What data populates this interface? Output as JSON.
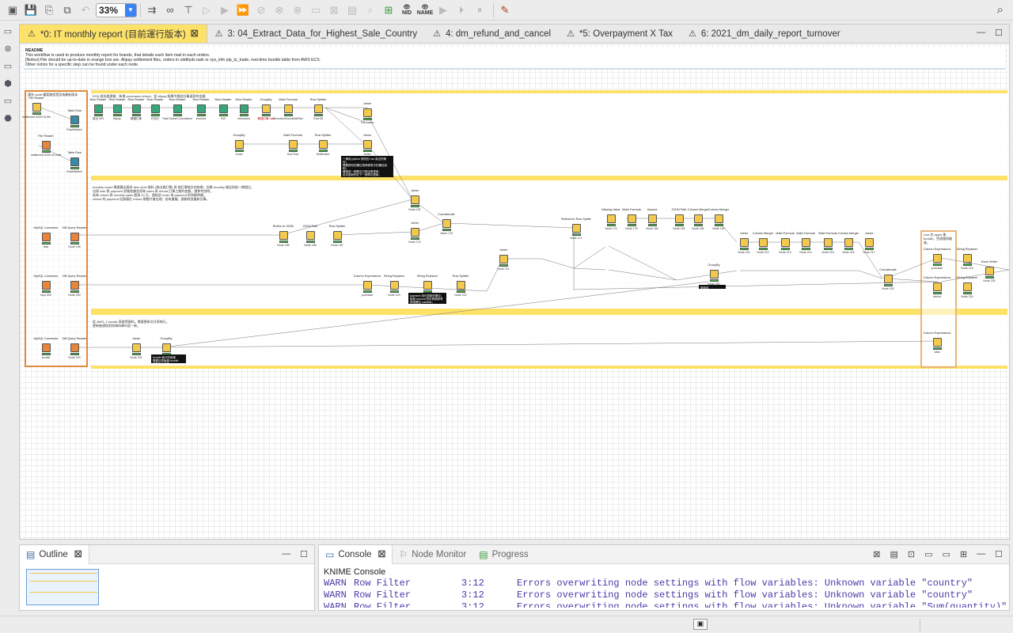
{
  "toolbar": {
    "zoom": "33%",
    "icons": [
      "new-workflow-icon",
      "save-icon",
      "save-as-icon",
      "save-all-icon",
      "undo-icon",
      "redo-icon",
      "auto-layout-icon",
      "connection-icon",
      "configure-icon",
      "execute-icon",
      "execute-all-icon",
      "cancel-icon",
      "cancel-all-icon",
      "reset-icon",
      "comment-icon",
      "hide-icon",
      "zoom-icon",
      "grid-icon",
      "node-id-icon",
      "node-name-icon",
      "step-icon",
      "step-loop-icon",
      "pause-icon",
      "tool-icon",
      "search-icon"
    ],
    "node_id_label": "NID",
    "node_name_label": "NAME"
  },
  "tabs": [
    {
      "label": "*0: IT monthly report (目前運行版本)",
      "active": true
    },
    {
      "label": "3: 04_Extract_Data_for_Highest_Sale_Country",
      "active": false
    },
    {
      "label": "4: dm_refund_and_cancel",
      "active": false
    },
    {
      "label": "*5: Overpayment X Tax",
      "active": false
    },
    {
      "label": "6: 2021_dm_daily_report_turnover",
      "active": false
    }
  ],
  "readme": {
    "title": "README",
    "line1": "This workflow is used to produce monthly report for brands, that details each item mail in each orders.",
    "line2": "[Notice] File should be up-to-date in orange box are. Alipay settlement files, orders in oddityds task or sys_info pip_tz_trade, real-time bundle table from AWS ECS.",
    "line3": "Other notice for a specific step can be found under each node."
  },
  "annotations": {
    "orange_box": "請先 node 檔案路徑是否為最新版本",
    "section1": "ECB 部份處理後：新增 purchases refund，從 Alipay 帳單中應該計算退款的金額",
    "section2": "monthly report 需要匯出兩份 item level 資料 (按出貨訂單) 與 按訂單統計的結果；如果 monthly 報告與前一期相比，\n出現 web 與 payment 對帳差額並導致 sales 與 refund 訂單之間的差額，請參考說明。\n若有 refund 與 monthly sales 超過 10 天，請核對 order 與 payment 的到帳時間。\nrefund 的 payment 記錄僅在 refund 期間才會出現；若有重複，請刪除並重新計算。",
    "section3": "從 AWS_1 bundle 表取得資料，需要更新次月再執行。\n更新後須核對與資料庫內容一致。",
    "right_box": "Live 先 apply 後 bundle，完成後再檢查。"
  },
  "notes": {
    "note1": "一律用 python 修改的 row 為空的情況；\n需要修改的欄位請參照表中的備註說明；\n確認前一期是否已經全數更新，\n若未更新則在下一期再次更新。",
    "note2": "payment 用可更新的欄位；\n使用 amount 的計算請參考其他欄位 subtotal；\n需要作 refund amount。",
    "note3": "bundle 執行的時候\n需要計算每個 bundle\n請勿在此修改。",
    "note4": "更新前"
  },
  "nodes": [
    {
      "label": "File Reader",
      "sub": "settlement ASIO 04 file"
    },
    {
      "label": "File Reader",
      "sub": "settlement ASIO 04 settlement"
    },
    {
      "label": "Table Row",
      "sub": "RowIdMatch"
    },
    {
      "label": "Table Row",
      "sub": "RowIdMatch"
    },
    {
      "label": "Row Reader",
      "sub": "退出 IDR"
    },
    {
      "label": "Row Reader",
      "sub": "Alipay"
    },
    {
      "label": "Row Reader",
      "sub": "歸檔訂單"
    },
    {
      "label": "Row Reader",
      "sub": "日本訂"
    },
    {
      "label": "Row Reader",
      "sub": "Total Global Commission"
    },
    {
      "label": "Row Reader",
      "sub": "Invoices"
    },
    {
      "label": "Row Reader",
      "sub": "KW"
    },
    {
      "label": "Row Reader",
      "sub": "refundsed"
    },
    {
      "label": "GroupBy",
      "sub": "轉換訂單 rate"
    },
    {
      "label": "Math Formula",
      "sub": "$InvoiceAmountBalPlan"
    },
    {
      "label": "Row Splitter",
      "sub": "Row filt"
    },
    {
      "label": "Joiner",
      "sub": "Purchases"
    },
    {
      "label": "GroupBy",
      "sub": "Joiner"
    },
    {
      "label": "Math Formula",
      "sub": "Sort Row"
    },
    {
      "label": "Row Splitter",
      "sub": "Settlement"
    },
    {
      "label": "Joiner",
      "sub": "Joiner"
    },
    {
      "label": "MySQL Connector",
      "sub": "task"
    },
    {
      "label": "DB Query Reader",
      "sub": "Node 196"
    },
    {
      "label": "MySQL Connector",
      "sub": "tops 500"
    },
    {
      "label": "DB Query Reader",
      "sub": "Node 200"
    },
    {
      "label": "MySQL Connector",
      "sub": "bundle"
    },
    {
      "label": "DB Query Reader",
      "sub": "Node 203"
    },
    {
      "label": "Refine to JSON",
      "sub": "Node 185"
    },
    {
      "label": "JSON Path",
      "sub": "Node 186"
    },
    {
      "label": "Row Splitter",
      "sub": "Node 187"
    },
    {
      "label": "Joiner",
      "sub": "Node 192"
    },
    {
      "label": "Concatenate",
      "sub": "Joiner 170"
    },
    {
      "label": "Joiner",
      "sub": "Node 174"
    },
    {
      "label": "Reference Row Splitter",
      "sub": "Node 171"
    },
    {
      "label": "Missing Value",
      "sub": "Node 176"
    },
    {
      "label": "Math Formula",
      "sub": "Node 178"
    },
    {
      "label": "Unpivot",
      "sub": "Node 180"
    },
    {
      "label": "JSON Path",
      "sub": "Node 183"
    },
    {
      "label": "Column Merger",
      "sub": "Node 184"
    },
    {
      "label": "Column Merger",
      "sub": "Node 190"
    },
    {
      "label": "Joiner",
      "sub": "Node 211"
    },
    {
      "label": "Column Merger",
      "sub": "Node 212"
    },
    {
      "label": "Math Formula",
      "sub": "Node 213"
    },
    {
      "label": "Math Formula",
      "sub": "Node 214"
    },
    {
      "label": "Math Formula",
      "sub": "Node 215"
    },
    {
      "label": "Column Merger",
      "sub": "Node 216"
    },
    {
      "label": "Joiner",
      "sub": "Node 217"
    },
    {
      "label": "Concatenate",
      "sub": "Node 220"
    },
    {
      "label": "Row Splitter",
      "sub": "Node 222"
    },
    {
      "label": "Column Expressions",
      "sub": "purchase"
    },
    {
      "label": "Column Expressions",
      "sub": "refund"
    },
    {
      "label": "Column Expressions",
      "sub": "data"
    },
    {
      "label": "String Replacer",
      "sub": "Node 223"
    },
    {
      "label": "String Replacer",
      "sub": "Node 224"
    },
    {
      "label": "Excel Writer",
      "sub": "Node 225"
    },
    {
      "label": "Joiner",
      "sub": "Node 201"
    },
    {
      "label": "GroupBy",
      "sub": "Node 202"
    }
  ],
  "outline": {
    "tab": "Outline"
  },
  "console": {
    "tabs": [
      {
        "label": "Console",
        "active": true
      },
      {
        "label": "Node Monitor",
        "active": false
      },
      {
        "label": "Progress",
        "active": false
      }
    ],
    "title": "KNIME Console",
    "rows": [
      {
        "level": "WARN",
        "node": "Row Filter",
        "id": "3:12",
        "message": "Errors overwriting node settings with flow variables: Unknown variable \"country\""
      },
      {
        "level": "WARN",
        "node": "Row Filter",
        "id": "3:12",
        "message": "Errors overwriting node settings with flow variables: Unknown variable \"country\""
      },
      {
        "level": "WARN",
        "node": "Row Filter",
        "id": "3:12",
        "message": "Errors overwriting node settings with flow variables: Unknown variable \"Sum(quantity)\""
      }
    ]
  }
}
